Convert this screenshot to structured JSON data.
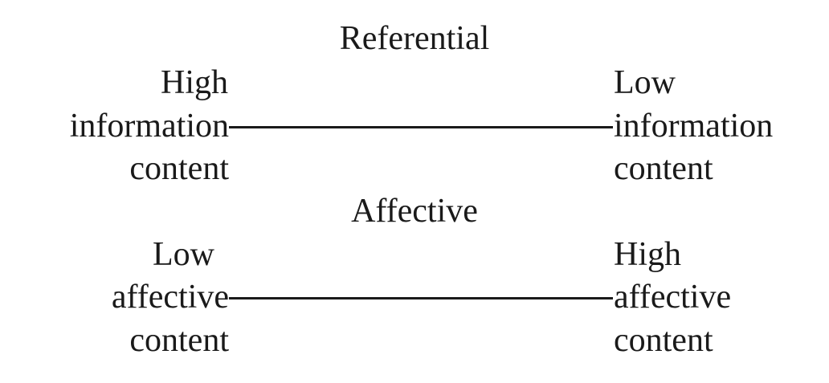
{
  "referential": {
    "title": "Referential",
    "left": {
      "line1": "High",
      "line2": "information",
      "line3": "content"
    },
    "right": {
      "line1": "Low",
      "line2": "information",
      "line3": "content"
    }
  },
  "affective": {
    "title": "Affective",
    "left": {
      "line1": "Low",
      "line2": "affective",
      "line3": "content"
    },
    "right": {
      "line1": "High",
      "line2": "affective",
      "line3": "content"
    }
  }
}
